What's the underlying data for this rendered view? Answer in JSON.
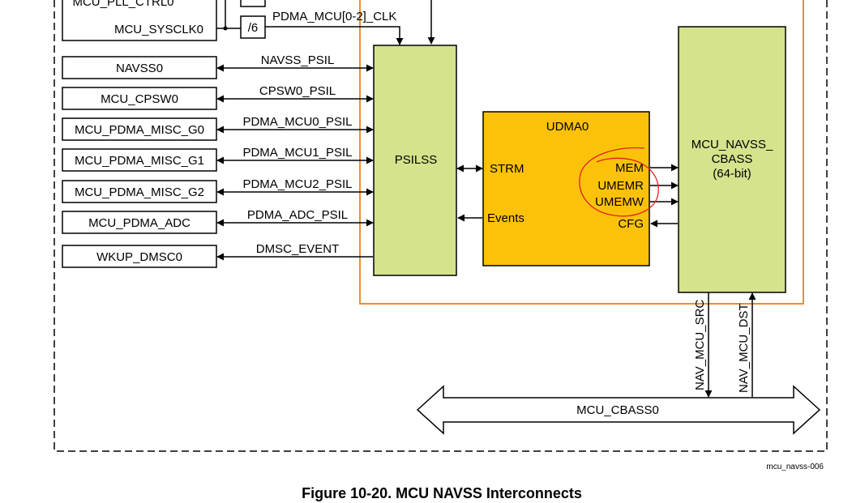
{
  "blocks": {
    "pll_ctrl": "MCU_PLL_CTRL0",
    "sysclk": "MCU_SYSCLK0",
    "divider": "/6",
    "psilss": "PSILSS",
    "udma": "UDMA0",
    "strm": "STRM",
    "events": "Events",
    "mem": "MEM",
    "umemr": "UMEMR",
    "umemw": "UMEMW",
    "cfg": "CFG",
    "cbass_line1": "MCU_NAVSS_",
    "cbass_line2": "CBASS",
    "cbass_line3": "(64-bit)",
    "mcu_cbass0": "MCU_CBASS0"
  },
  "left_blocks": [
    {
      "name": "NAVSS0",
      "signal": "NAVSS_PSIL"
    },
    {
      "name": "MCU_CPSW0",
      "signal": "CPSW0_PSIL"
    },
    {
      "name": "MCU_PDMA_MISC_G0",
      "signal": "PDMA_MCU0_PSIL"
    },
    {
      "name": "MCU_PDMA_MISC_G1",
      "signal": "PDMA_MCU1_PSIL"
    },
    {
      "name": "MCU_PDMA_MISC_G2",
      "signal": "PDMA_MCU2_PSIL"
    },
    {
      "name": "MCU_PDMA_ADC",
      "signal": "PDMA_ADC_PSIL"
    },
    {
      "name": "WKUP_DMSC0",
      "signal": "DMSC_EVENT"
    }
  ],
  "signals": {
    "clk": "PDMA_MCU[0-2]_CLK",
    "nav_src": "NAV_MCU_SRC",
    "nav_dst": "NAV_MCU_DST"
  },
  "figure_id": "mcu_navss-006",
  "caption": "Figure 10-20. MCU NAVSS Interconnects",
  "colors": {
    "green_block": "#d4e38c",
    "udma_block": "#fcc20a",
    "orange_frame": "#f08c28",
    "annotation_red": "#e02020"
  }
}
